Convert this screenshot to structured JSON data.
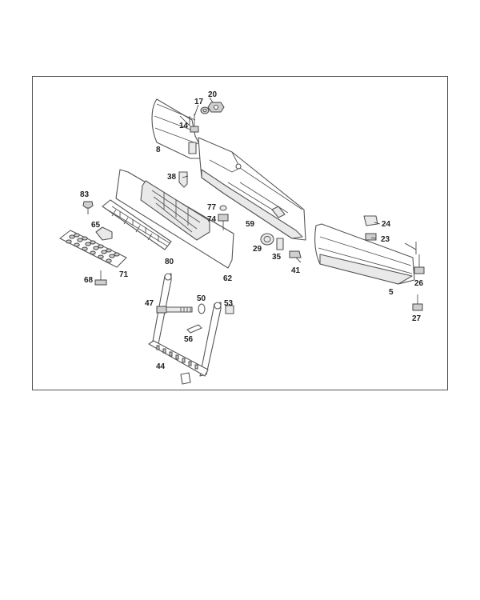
{
  "callouts": {
    "c5": "5",
    "c8": "8",
    "c14": "14",
    "c17": "17",
    "c20": "20",
    "c23": "23",
    "c24": "24",
    "c26": "26",
    "c27": "27",
    "c29": "29",
    "c35": "35",
    "c38": "38",
    "c41": "41",
    "c44": "44",
    "c47": "47",
    "c50": "50",
    "c53": "53",
    "c56": "56",
    "c59": "59",
    "c62": "62",
    "c65": "65",
    "c68": "68",
    "c71": "71",
    "c74": "74",
    "c77": "77",
    "c80": "80",
    "c83": "83"
  }
}
